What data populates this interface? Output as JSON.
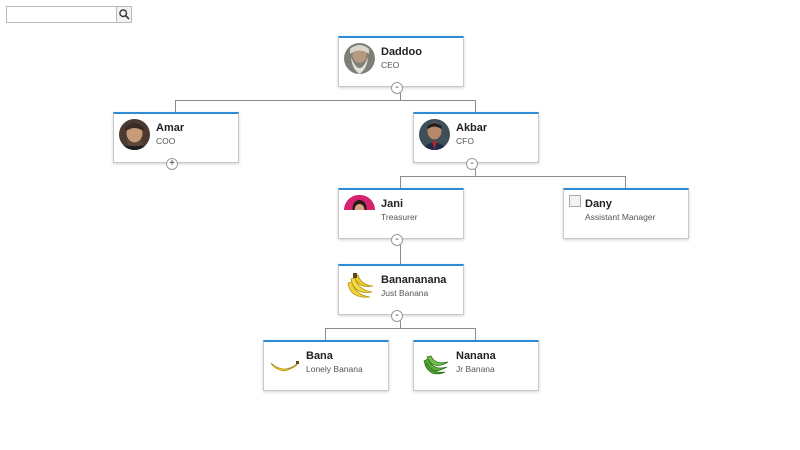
{
  "search": {
    "value": "",
    "placeholder": ""
  },
  "nodes": {
    "daddoo": {
      "name": "Daddoo",
      "title": "CEO",
      "toggle": "-"
    },
    "amar": {
      "name": "Amar",
      "title": "COO",
      "toggle": "+"
    },
    "akbar": {
      "name": "Akbar",
      "title": "CFO",
      "toggle": "-"
    },
    "jani": {
      "name": "Jani",
      "title": "Treasurer",
      "toggle": "-"
    },
    "dany": {
      "name": "Dany",
      "title": "Assistant Manager"
    },
    "banananana": {
      "name": "Banananana",
      "title": "Just Banana",
      "toggle": "-"
    },
    "bana": {
      "name": "Bana",
      "title": "Lonely Banana"
    },
    "nanana": {
      "name": "Nanana",
      "title": "Jr Banana"
    }
  },
  "colors": {
    "accent": "#2e8bd6",
    "connector": "#8c8c8c"
  }
}
